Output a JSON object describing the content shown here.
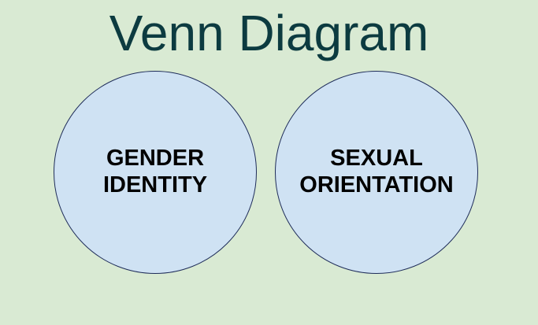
{
  "diagram": {
    "title": "Venn Diagram",
    "circles": [
      {
        "label_lines": [
          "GENDER",
          "IDENTITY"
        ]
      },
      {
        "label_lines": [
          "SEXUAL",
          "ORIENTATION"
        ]
      }
    ]
  },
  "colors": {
    "background": "#d9ead3",
    "title": "#0c3b40",
    "circle_fill": "#cfe2f3",
    "circle_stroke": "#1f2d5a",
    "label": "#000000"
  }
}
